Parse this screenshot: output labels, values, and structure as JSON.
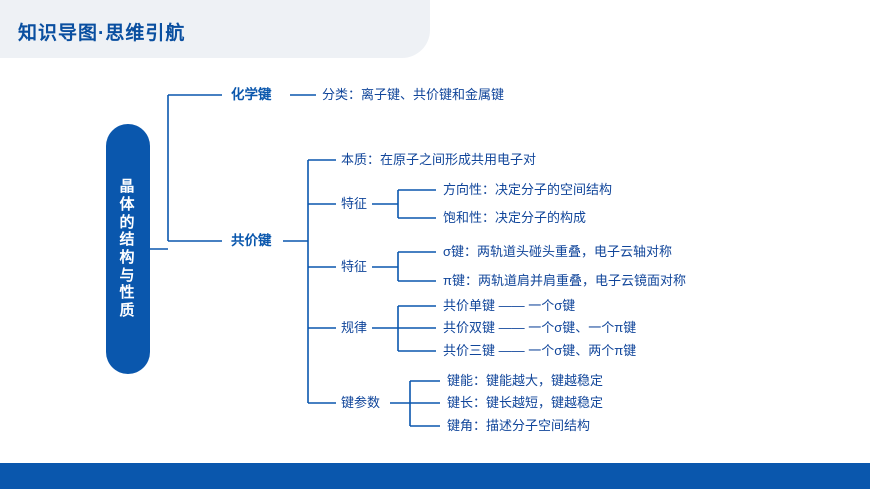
{
  "header": {
    "title": "知识导图·思维引航"
  },
  "root": {
    "label": "晶体的结构与性质"
  },
  "branches": [
    {
      "id": "chemical-bond",
      "label": "化学键",
      "children": [
        {
          "id": "classification",
          "label": "分类：离子键、共价键和金属键"
        }
      ]
    },
    {
      "id": "covalent-bond",
      "label": "共价键",
      "children": [
        {
          "id": "essence",
          "label": "本质：在原子之间形成共用电子对"
        },
        {
          "id": "feature-1",
          "label": "特征",
          "children": [
            {
              "id": "directionality",
              "label": "方向性：决定分子的空间结构"
            },
            {
              "id": "saturation",
              "label": "饱和性：决定分子的构成"
            }
          ]
        },
        {
          "id": "feature-2",
          "label": "特征",
          "children": [
            {
              "id": "sigma-bond",
              "label": "σ键：两轨道头碰头重叠，电子云轴对称"
            },
            {
              "id": "pi-bond",
              "label": "π键：两轨道肩并肩重叠，电子云镜面对称"
            }
          ]
        },
        {
          "id": "rules",
          "label": "规律",
          "children": [
            {
              "id": "single-bond",
              "label": "共价单键 —— 一个σ键"
            },
            {
              "id": "double-bond",
              "label": "共价双键 —— 一个σ键、一个π键"
            },
            {
              "id": "triple-bond",
              "label": "共价三键 —— 一个σ键、两个π键"
            }
          ]
        },
        {
          "id": "bond-parameters",
          "label": "键参数",
          "children": [
            {
              "id": "bond-energy",
              "label": "键能：键能越大，键越稳定"
            },
            {
              "id": "bond-length",
              "label": "键长：键长越短，键越稳定"
            },
            {
              "id": "bond-angle",
              "label": "键角：描述分子空间结构"
            }
          ]
        }
      ]
    }
  ],
  "colors": {
    "brand": "#0a57ad",
    "text": "#10459a",
    "header_band": "#eef1f5"
  }
}
